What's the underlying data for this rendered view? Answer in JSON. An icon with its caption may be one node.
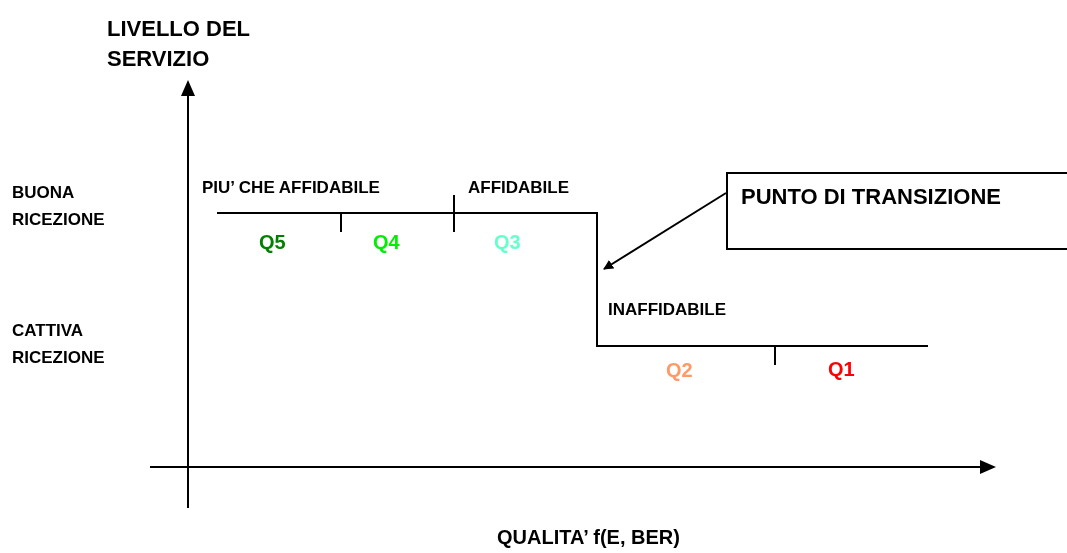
{
  "diagram": {
    "nodes": [
      {
        "text": [
          "PUNTO DI TRANSIZIONE"
        ]
      },
      {
        "text": [],
        "shape": "line"
      }
    ],
    "edges": [
      {
        "from": 0,
        "to": 1,
        "arrow": "to"
      }
    ],
    "labels": [
      "LIVELLO DEL SERVIZIO",
      "BUONA RICEZIONE",
      "CATTIVA RICEZIONE",
      "PIU’ CHE AFFIDABILE",
      "AFFIDABILE",
      "Q5",
      "Q4",
      "Q3",
      "INAFFIDABILE",
      "Q2",
      "Q1",
      "QUALITA’ f(E, BER)"
    ]
  }
}
